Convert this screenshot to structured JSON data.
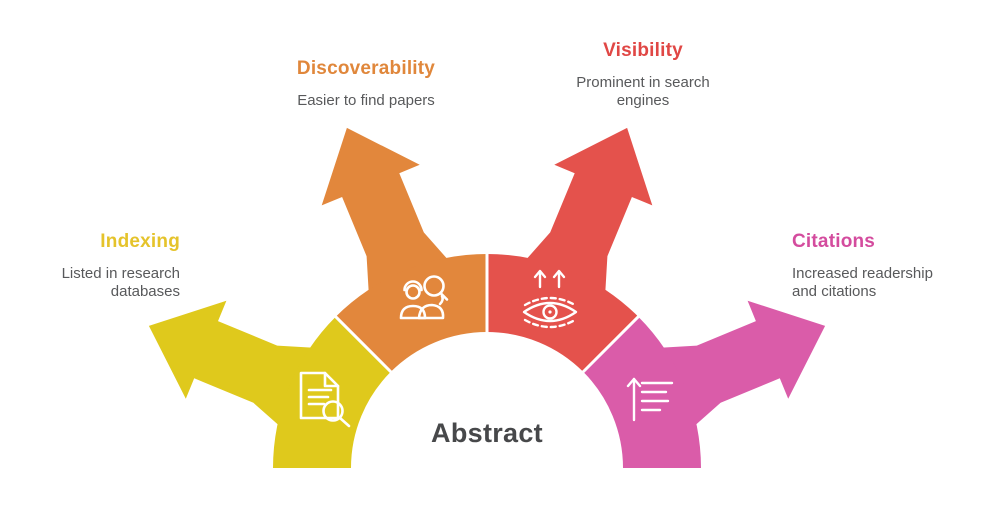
{
  "diagram": {
    "center_label": "Abstract",
    "background_color": "#FFFFFF",
    "divider_color": "#FFFFFF",
    "icon_stroke": "#FFFFFF",
    "subtext_color": "#58595B",
    "center_label_color": "#47484A",
    "items": [
      {
        "label": "Indexing",
        "description": "Listed in research databases",
        "color": "#DFC91C",
        "label_color": "#E5C32B",
        "icon": "document-search-icon"
      },
      {
        "label": "Discoverability",
        "description": "Easier to find papers",
        "color": "#E2873C",
        "label_color": "#E0873B",
        "icon": "people-search-icon"
      },
      {
        "label": "Visibility",
        "description": "Prominent in search engines",
        "color": "#E4524C",
        "label_color": "#E04745",
        "icon": "visibility-eye-icon"
      },
      {
        "label": "Citations",
        "description": "Increased readership and citations",
        "color": "#DA5CA9",
        "label_color": "#D44C9E",
        "icon": "rising-list-icon"
      }
    ]
  }
}
